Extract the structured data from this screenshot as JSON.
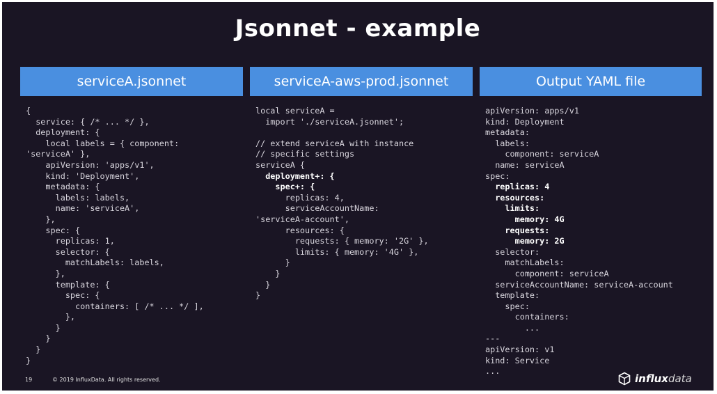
{
  "slide": {
    "title": "Jsonnet - example",
    "page_number": "19",
    "copyright": "© 2019 InfluxData. All rights reserved.",
    "logo": {
      "icon": "influxdata-cube-icon",
      "strong": "influx",
      "light": "data"
    }
  },
  "columns": [
    {
      "header": "serviceA.jsonnet",
      "lines": [
        {
          "t": "{",
          "b": false
        },
        {
          "t": "  service: { /* ... */ },",
          "b": false
        },
        {
          "t": "  deployment: {",
          "b": false
        },
        {
          "t": "    local labels = { component:",
          "b": false
        },
        {
          "t": "'serviceA' },",
          "b": false
        },
        {
          "t": "    apiVersion: 'apps/v1',",
          "b": false
        },
        {
          "t": "    kind: 'Deployment',",
          "b": false
        },
        {
          "t": "    metadata: {",
          "b": false
        },
        {
          "t": "      labels: labels,",
          "b": false
        },
        {
          "t": "      name: 'serviceA',",
          "b": false
        },
        {
          "t": "    },",
          "b": false
        },
        {
          "t": "    spec: {",
          "b": false
        },
        {
          "t": "      replicas: 1,",
          "b": false
        },
        {
          "t": "      selector: {",
          "b": false
        },
        {
          "t": "        matchLabels: labels,",
          "b": false
        },
        {
          "t": "      },",
          "b": false
        },
        {
          "t": "      template: {",
          "b": false
        },
        {
          "t": "        spec: {",
          "b": false
        },
        {
          "t": "          containers: [ /* ... */ ],",
          "b": false
        },
        {
          "t": "        },",
          "b": false
        },
        {
          "t": "      }",
          "b": false
        },
        {
          "t": "    }",
          "b": false
        },
        {
          "t": "  }",
          "b": false
        },
        {
          "t": "}",
          "b": false
        }
      ]
    },
    {
      "header": "serviceA-aws-prod.jsonnet",
      "lines": [
        {
          "t": "local serviceA =",
          "b": false
        },
        {
          "t": "  import './serviceA.jsonnet';",
          "b": false
        },
        {
          "t": "",
          "b": false
        },
        {
          "t": "// extend serviceA with instance",
          "b": false
        },
        {
          "t": "// specific settings",
          "b": false
        },
        {
          "t": "serviceA {",
          "b": false
        },
        {
          "t": "  deployment+: {",
          "b": true
        },
        {
          "t": "    spec+: {",
          "b": true
        },
        {
          "t": "      replicas: 4,",
          "b": false
        },
        {
          "t": "      serviceAccountName:",
          "b": false
        },
        {
          "t": "'serviceA-account',",
          "b": false
        },
        {
          "t": "      resources: {",
          "b": false
        },
        {
          "t": "        requests: { memory: '2G' },",
          "b": false
        },
        {
          "t": "        limits: { memory: '4G' },",
          "b": false
        },
        {
          "t": "      }",
          "b": false
        },
        {
          "t": "    }",
          "b": false
        },
        {
          "t": "  }",
          "b": false
        },
        {
          "t": "}",
          "b": false
        }
      ]
    },
    {
      "header": "Output YAML file",
      "lines": [
        {
          "t": "apiVersion: apps/v1",
          "b": false
        },
        {
          "t": "kind: Deployment",
          "b": false
        },
        {
          "t": "metadata:",
          "b": false
        },
        {
          "t": "  labels:",
          "b": false
        },
        {
          "t": "    component: serviceA",
          "b": false
        },
        {
          "t": "  name: serviceA",
          "b": false
        },
        {
          "t": "spec:",
          "b": false
        },
        {
          "t": "  replicas: 4",
          "b": true
        },
        {
          "t": "  resources:",
          "b": true
        },
        {
          "t": "    limits:",
          "b": true
        },
        {
          "t": "      memory: 4G",
          "b": true
        },
        {
          "t": "    requests:",
          "b": true
        },
        {
          "t": "      memory: 2G",
          "b": true
        },
        {
          "t": "  selector:",
          "b": false
        },
        {
          "t": "    matchLabels:",
          "b": false
        },
        {
          "t": "      component: serviceA",
          "b": false
        },
        {
          "t": "  serviceAccountName: serviceA-account",
          "b": false
        },
        {
          "t": "  template:",
          "b": false
        },
        {
          "t": "    spec:",
          "b": false
        },
        {
          "t": "      containers:",
          "b": false
        },
        {
          "t": "        ...",
          "b": false
        },
        {
          "t": "---",
          "b": false
        },
        {
          "t": "apiVersion: v1",
          "b": false
        },
        {
          "t": "kind: Service",
          "b": false
        },
        {
          "t": "...",
          "b": false
        }
      ]
    }
  ]
}
